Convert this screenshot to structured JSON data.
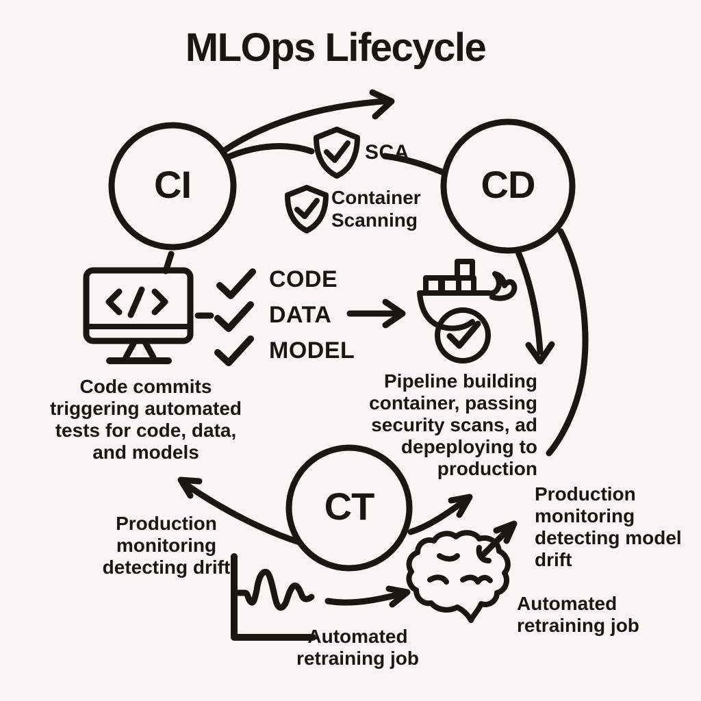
{
  "title": "MLOps Lifecycle",
  "colors": {
    "background": "#f7f6f3",
    "ink": "#1a1713"
  },
  "nodes": {
    "ci": {
      "label": "CI"
    },
    "cd": {
      "label": "CD"
    },
    "ct": {
      "label": "CT"
    }
  },
  "security": {
    "sca_label": "SCA",
    "container_scanning_label": "Container\nScanning"
  },
  "checklist": {
    "items": [
      "CODE",
      "DATA",
      "MODEL"
    ]
  },
  "annotations": {
    "ci_note": "Code commits\ntriggering automated\ntests for code, data,\nand models",
    "cd_note": "Pipeline building\ncontainer, passing\nsecurity scans, ad\ndepeploying to\nproduction",
    "ct_left_note": "Production\nmonitoring\ndetecting drift",
    "ct_right_note": "Production\nmonitoring\ndetecting model\ndrift",
    "retrain_right_note": "Automated\nretraining job",
    "retrain_bottom_note": "Automated\nretraining job"
  },
  "icons": [
    "shield-check-icon",
    "shield-check-icon",
    "code-monitor-icon",
    "checkmark-icon",
    "docker-whale-icon",
    "check-circle-icon",
    "drift-chart-icon",
    "brain-icon"
  ]
}
